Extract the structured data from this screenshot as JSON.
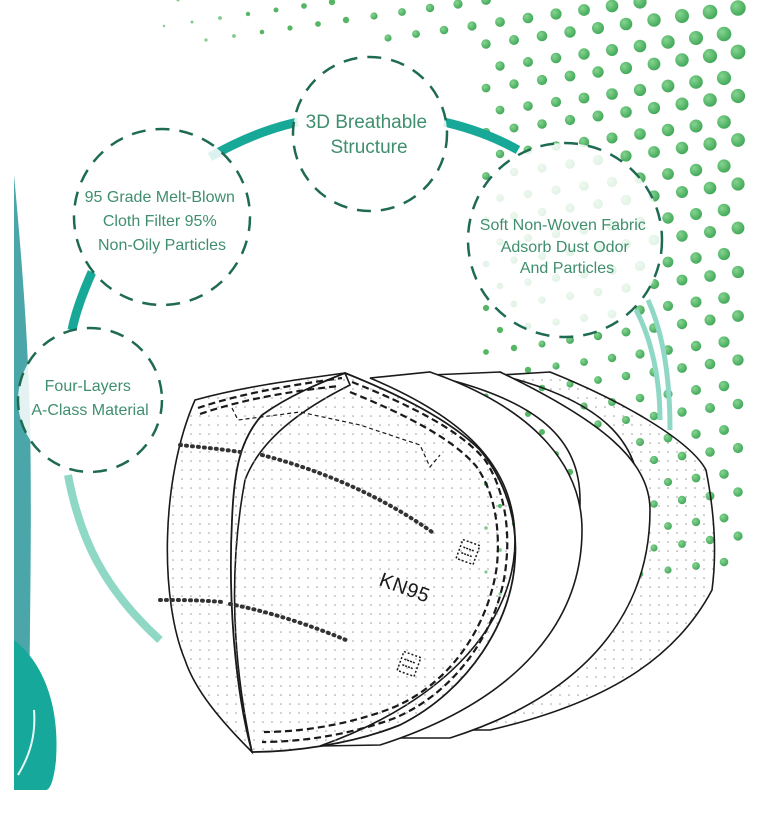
{
  "product": {
    "type": "KN95 face mask",
    "mask_label": "KN95"
  },
  "callouts": [
    {
      "id": "melt-blown",
      "lines": [
        "95 Grade Melt-Blown",
        "Cloth Filter 95%",
        "Non-Oily Particles"
      ]
    },
    {
      "id": "breathable",
      "lines": [
        "3D Breathable",
        "Structure"
      ]
    },
    {
      "id": "non-woven",
      "lines": [
        "Soft Non-Woven Fabric",
        "Adsorb Dust Odor",
        "And Particles"
      ]
    },
    {
      "id": "four-layers",
      "lines": [
        "Four-Layers",
        "A-Class Material"
      ]
    }
  ],
  "colors": {
    "teal_ring": "#17a898",
    "teal_light": "#8fd8c6",
    "teal_dark": "#4aa6a8",
    "dash_circle": "#1f6b52",
    "callout_text": "#3f8f6e",
    "dots": "#4cb35e",
    "mask_outline": "#1a1a1a"
  }
}
